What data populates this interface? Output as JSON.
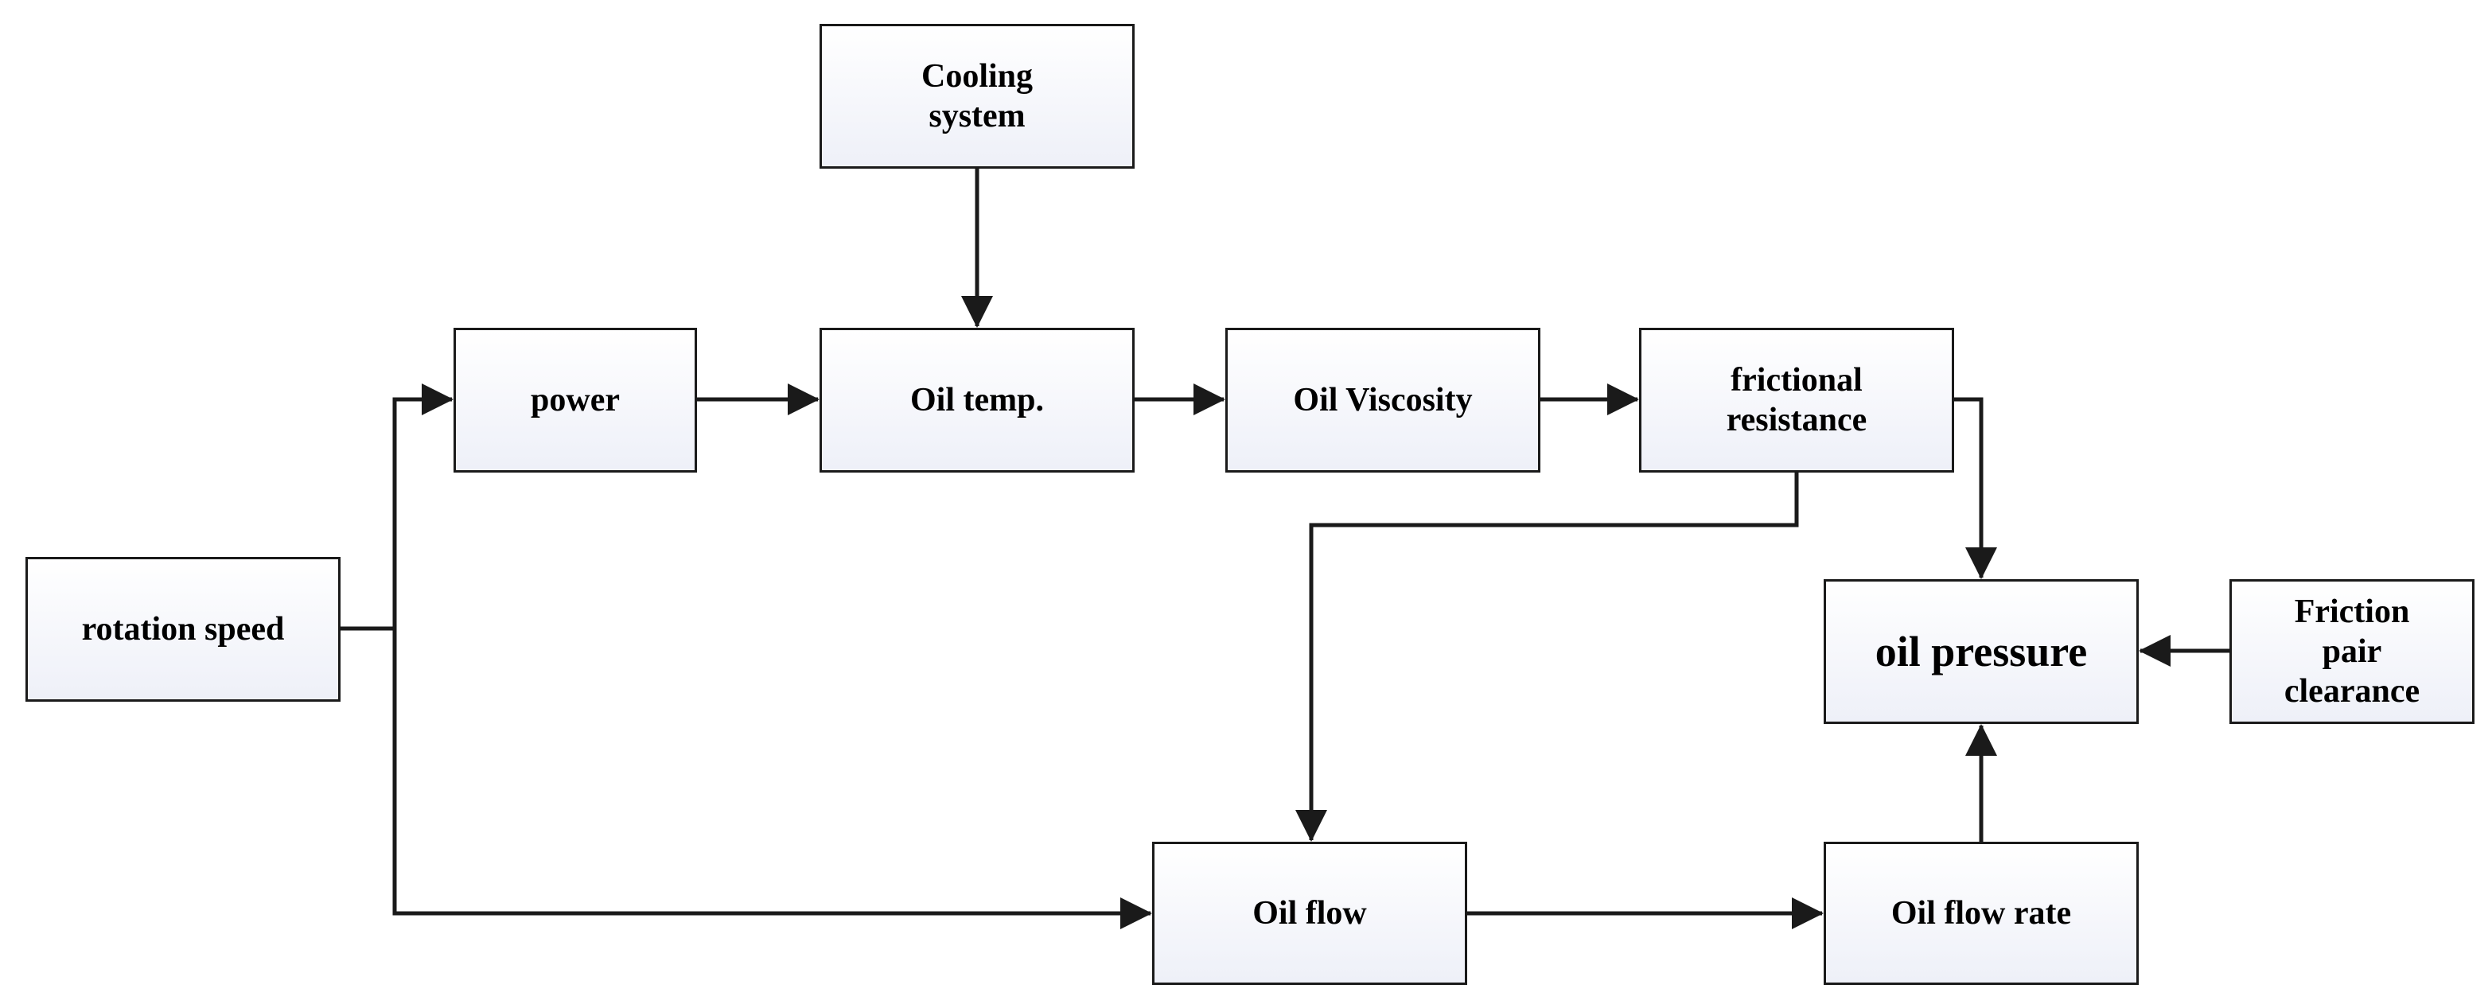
{
  "nodes": {
    "cooling": {
      "lines": [
        "Cooling",
        "system"
      ]
    },
    "power": {
      "label": "power"
    },
    "oil_temp": {
      "label": "Oil temp."
    },
    "oil_viscosity": {
      "label": "Oil Viscosity"
    },
    "frictional": {
      "lines": [
        "frictional",
        "resistance"
      ]
    },
    "rotation": {
      "label": "rotation speed"
    },
    "oil_pressure": {
      "label": "oil pressure"
    },
    "friction_pair": {
      "lines": [
        "Friction",
        "pair",
        "clearance"
      ]
    },
    "oil_flow": {
      "label": "Oil flow"
    },
    "oil_flow_rate": {
      "label": "Oil flow rate"
    }
  },
  "edges": [
    {
      "from": "cooling",
      "to": "oil_temp"
    },
    {
      "from": "rotation",
      "to": "power"
    },
    {
      "from": "rotation",
      "to": "oil_flow"
    },
    {
      "from": "power",
      "to": "oil_temp"
    },
    {
      "from": "oil_temp",
      "to": "oil_viscosity"
    },
    {
      "from": "oil_viscosity",
      "to": "frictional"
    },
    {
      "from": "frictional",
      "to": "oil_pressure"
    },
    {
      "from": "frictional",
      "to": "oil_flow"
    },
    {
      "from": "friction_pair",
      "to": "oil_pressure"
    },
    {
      "from": "oil_flow",
      "to": "oil_flow_rate"
    },
    {
      "from": "oil_flow_rate",
      "to": "oil_pressure"
    }
  ],
  "colors": {
    "stroke": "#1a1a1a",
    "box_fill_top": "#ffffff",
    "box_fill_bottom": "#eef0f8"
  }
}
